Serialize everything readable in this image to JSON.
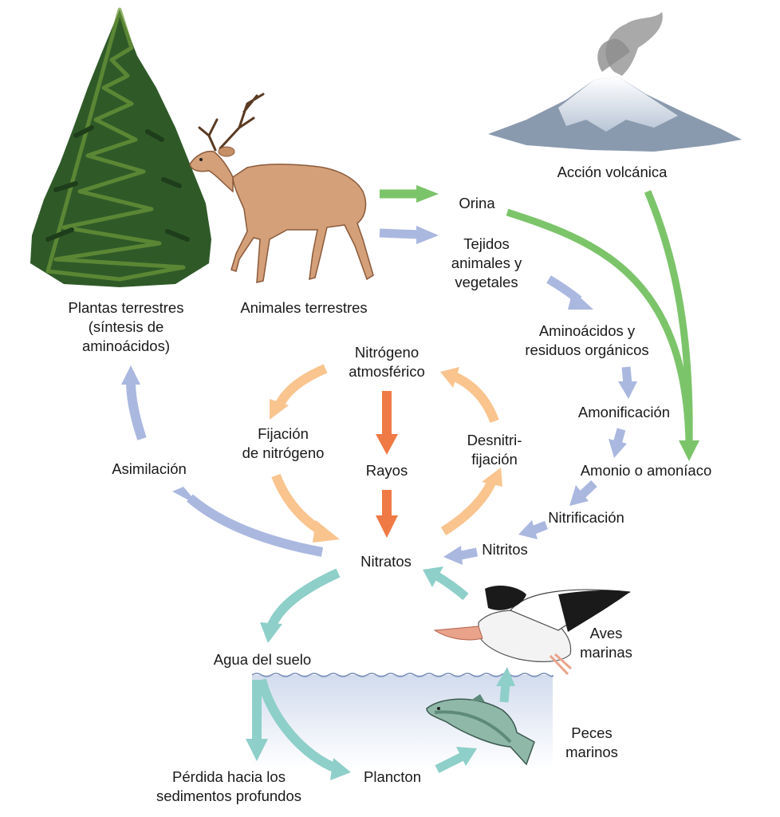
{
  "labels": {
    "land_plants": [
      "Plantas terrestres",
      "(síntesis de",
      "aminoácidos)"
    ],
    "land_animals": "Animales terrestres",
    "urine": "Orina",
    "tissues": [
      "Tejidos",
      "animales y",
      "vegetales"
    ],
    "volcanic": "Acción volcánica",
    "amino_acids": [
      "Aminoácidos y",
      "residuos orgánicos"
    ],
    "ammonification": "Amonificación",
    "ammonia": "Amonio o amoníaco",
    "nitrification": "Nitrificación",
    "nitrites": "Nitritos",
    "atmospheric_n": [
      "Nitrógeno",
      "atmosférico"
    ],
    "fixation": [
      "Fijación",
      "de  nitrógeno"
    ],
    "lightning": "Rayos",
    "denitrification": [
      "Desnitri-",
      "fijación"
    ],
    "assimilation": "Asimilación",
    "nitrates": "Nitratos",
    "soil_water": "Agua del suelo",
    "seabirds": [
      "Aves",
      "marinas"
    ],
    "marine_fish": [
      "Peces",
      "marinos"
    ],
    "deep_loss": [
      "Pérdida hacia los",
      "sedimentos profundos"
    ],
    "plankton": "Plancton"
  },
  "colors": {
    "green_arrow": "#7cc46a",
    "blue_arrow": "#aab8e0",
    "orange_light": "#f9c48e",
    "orange_dark": "#ef7a45",
    "teal_arrow": "#8ecfc9",
    "water": "#dfe7f3"
  }
}
